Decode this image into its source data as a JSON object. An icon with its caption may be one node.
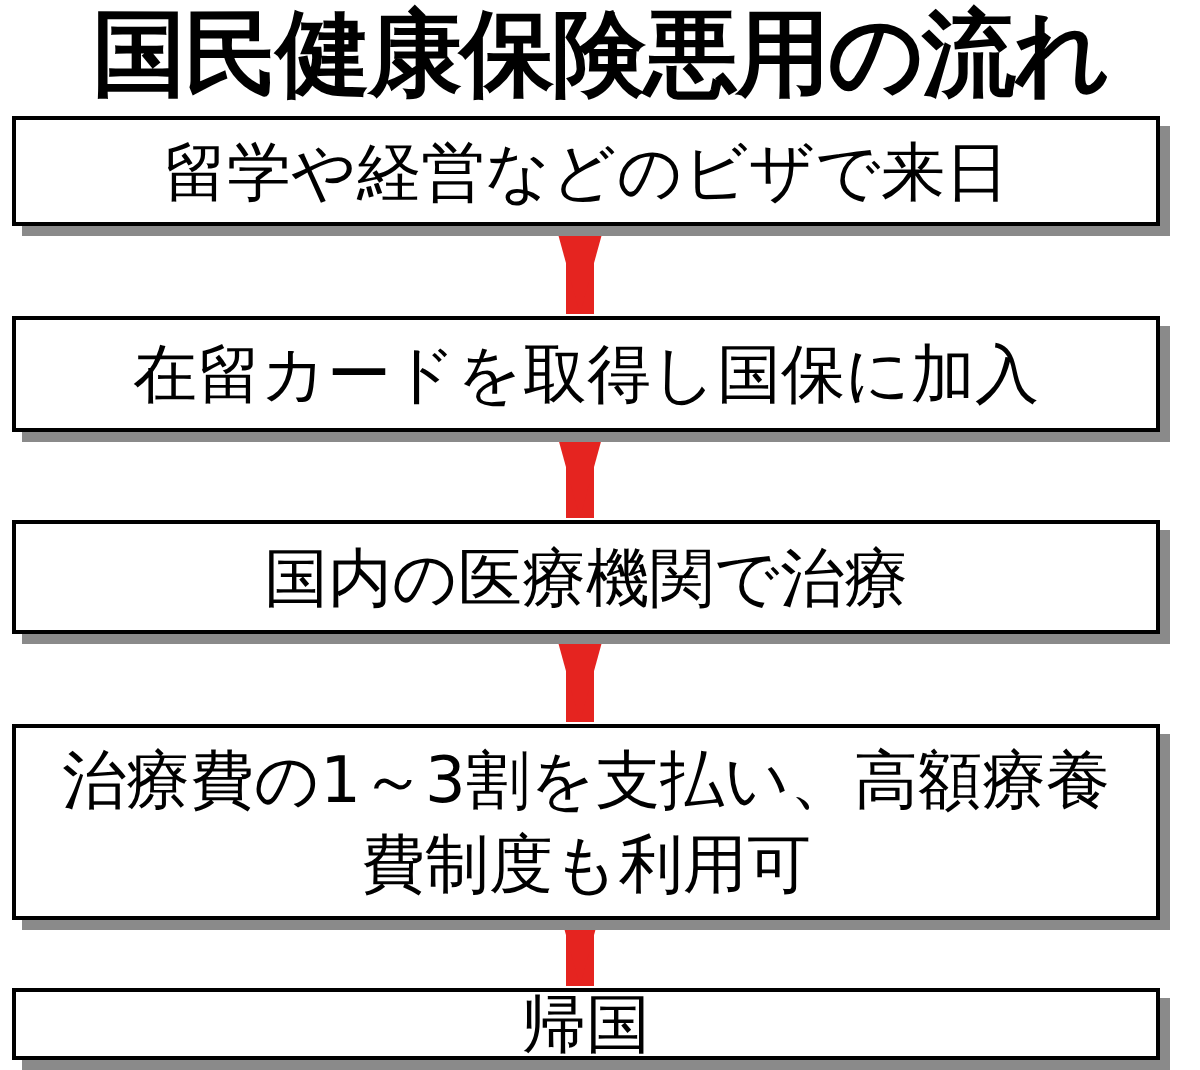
{
  "diagram": {
    "title": "国民健康保険悪用の流れ",
    "nodes": [
      {
        "text": [
          "留学や経営などのビザで来日"
        ]
      },
      {
        "text": [
          "在留カードを取得し国保に加入"
        ]
      },
      {
        "text": [
          "国内の医療機関で治療"
        ]
      },
      {
        "text": [
          "治療費の1～3割を支払い、高額療養費制度も利用可"
        ]
      },
      {
        "text": [
          "帰国"
        ]
      }
    ],
    "edges": [
      {
        "from": 0,
        "to": 1,
        "arrow": "to"
      },
      {
        "from": 1,
        "to": 2,
        "arrow": "to"
      },
      {
        "from": 2,
        "to": 3,
        "arrow": "to"
      },
      {
        "from": 3,
        "to": 4,
        "arrow": "to"
      }
    ]
  }
}
